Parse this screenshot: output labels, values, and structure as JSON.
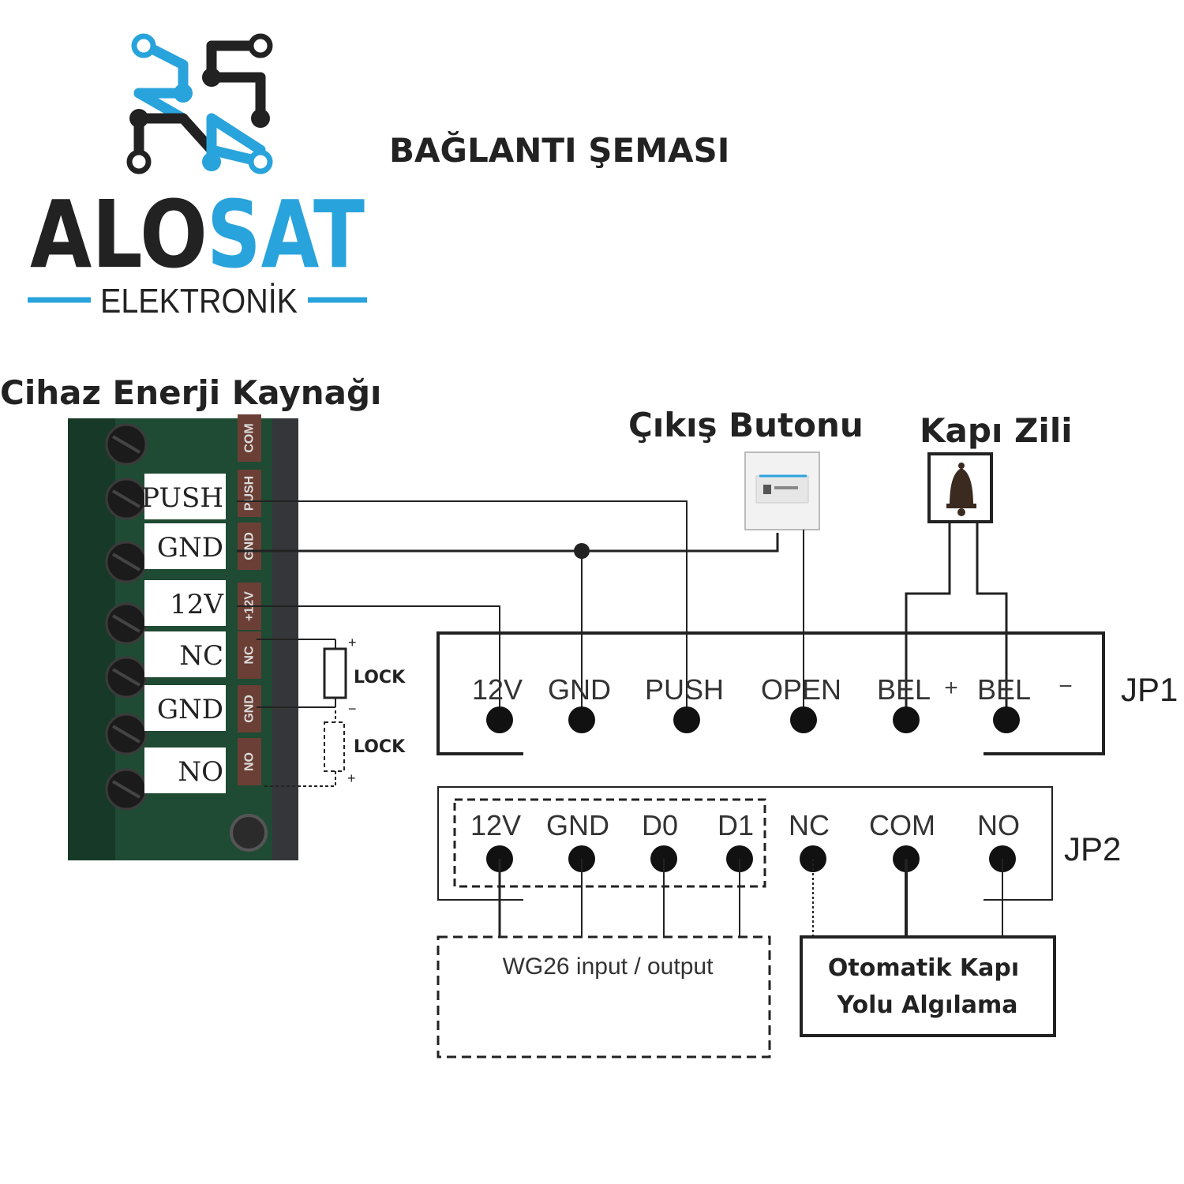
{
  "brand": {
    "name_dark": "ALO",
    "name_accent": "SAT",
    "subtitle": "ELEKTRONİK",
    "colors": {
      "dark": "#222222",
      "accent": "#29a3dc"
    }
  },
  "title": "BAĞLANTI ŞEMASI",
  "power_source": {
    "title": "Cihaz Enerji Kaynağı",
    "terminals": [
      "PUSH",
      "GND",
      "12V",
      "NC",
      "GND",
      "NO"
    ],
    "side_labels": [
      "COM",
      "PUSH",
      "GND",
      "+12V",
      "NC",
      "GND",
      "NO"
    ],
    "lock_label": "LOCK",
    "lock_label_2": "LOCK",
    "plus": "+",
    "minus": "−",
    "plus_2": "+",
    "minus_2": "−"
  },
  "exit_button": {
    "title": "Çıkış Butonu",
    "icon": "exit-push-button"
  },
  "door_bell": {
    "title": "Kapı Zili",
    "icon": "bell-icon"
  },
  "jp1": {
    "name": "JP1",
    "pins": [
      "12V",
      "GND",
      "PUSH",
      "OPEN",
      "BEL",
      "BEL"
    ],
    "bel_plus": "+",
    "bel_minus": "−"
  },
  "jp2": {
    "name": "JP2",
    "pins": [
      "12V",
      "GND",
      "D0",
      "D1",
      "NC",
      "COM",
      "NO"
    ]
  },
  "wg26": {
    "label": "WG26 input / output"
  },
  "auto_door": {
    "line1": "Otomatik Kapı",
    "line2": "Yolu Algılama"
  },
  "colors": {
    "line": "#222222",
    "board": "#1f4a33",
    "terminal": "#1b1b1b"
  }
}
